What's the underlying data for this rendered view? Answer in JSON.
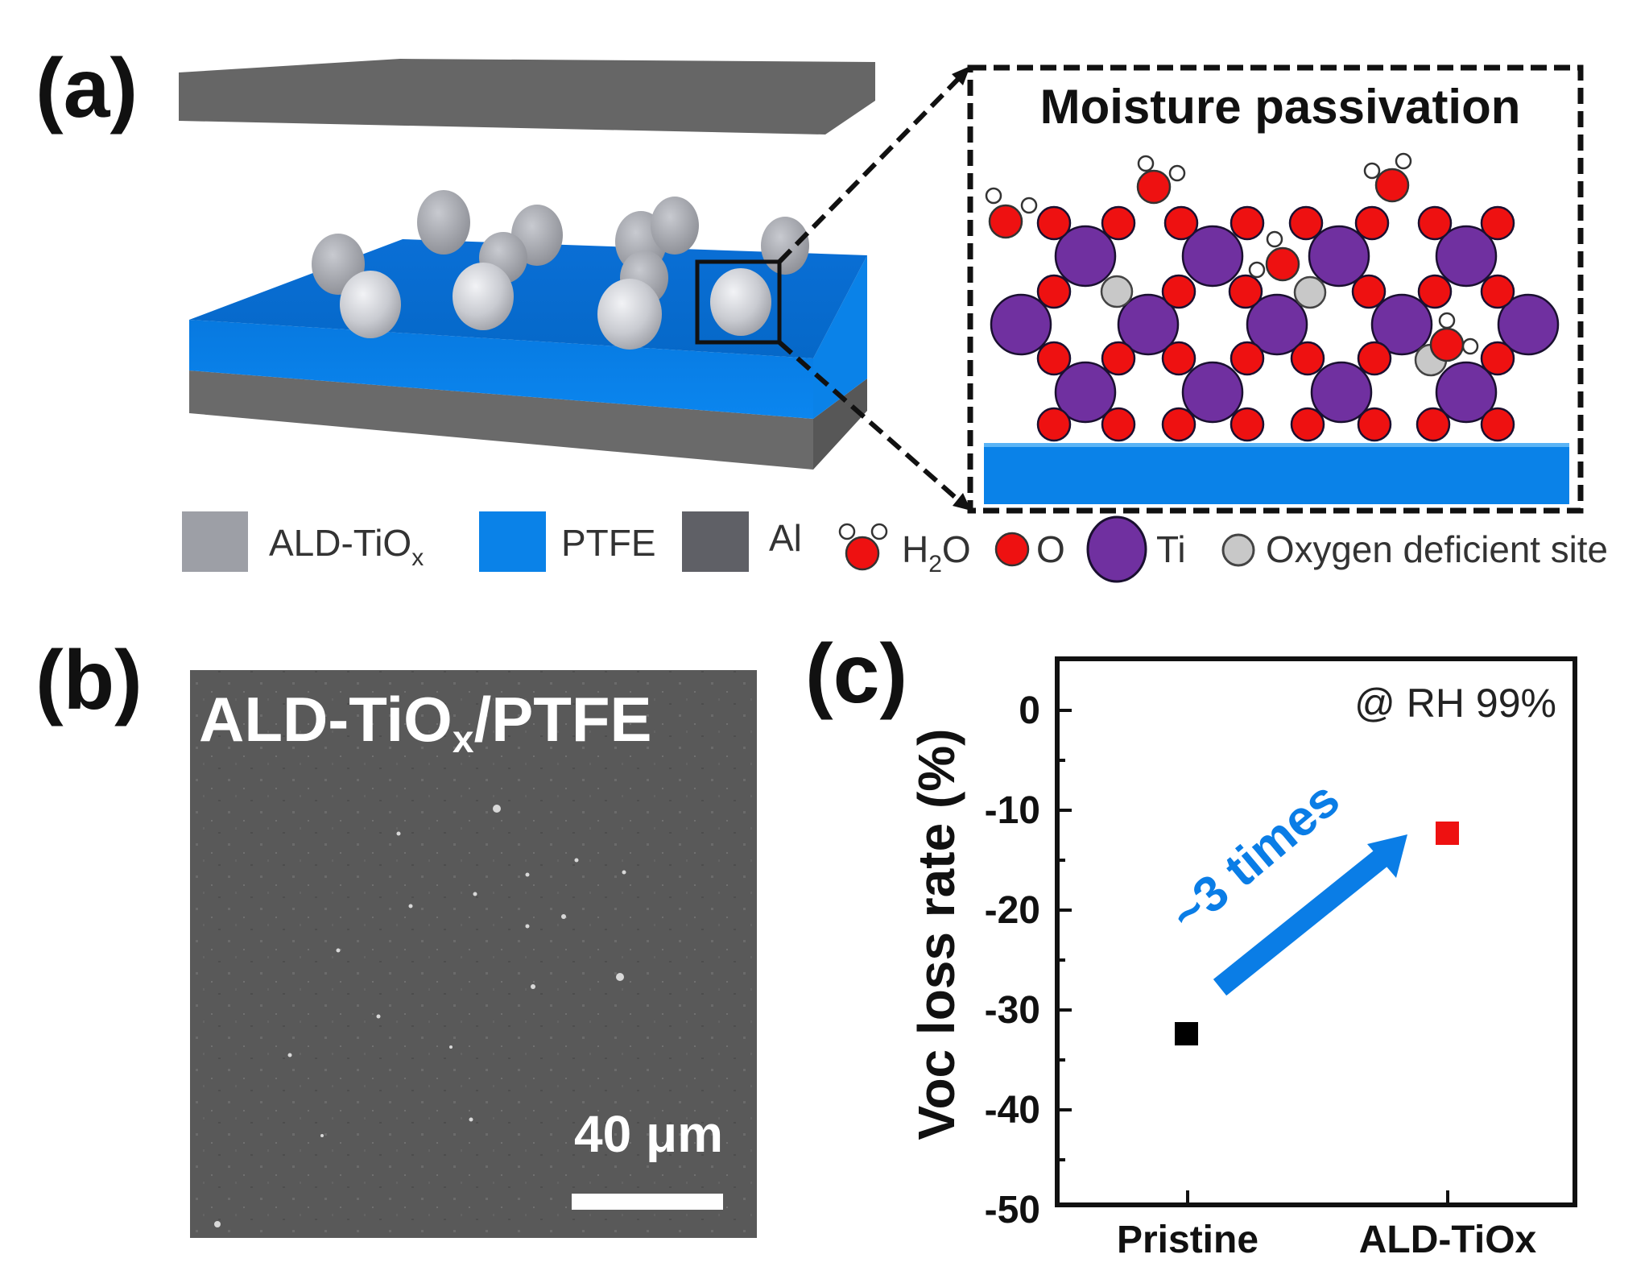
{
  "panel_a": {
    "label": "(a)",
    "inset_title": "Moisture passivation",
    "legend": [
      {
        "key": "ald",
        "label": "ALD-TiO",
        "subscript": "x",
        "color": "#9d9fa6"
      },
      {
        "key": "ptfe",
        "label": "PTFE",
        "color": "#0a82e8"
      },
      {
        "key": "al",
        "label": "Al",
        "color": "#5f6066"
      },
      {
        "key": "h2o",
        "label": "H",
        "subscript": "2",
        "suffix": "O",
        "color": "#ee1111"
      },
      {
        "key": "o",
        "label": "O",
        "color": "#ee1111"
      },
      {
        "key": "ti",
        "label": "Ti",
        "color": "#7030a0"
      },
      {
        "key": "vacancy",
        "label": "Oxygen deficient site",
        "color": "#c8c8c8"
      }
    ],
    "colors": {
      "plate": "#666666",
      "ptfe": "#0a82e8",
      "ptfe_dark": "#0568c8",
      "al": "#6a6a6a",
      "oxygen": "#ee1111",
      "titanium": "#7030a0",
      "vacancy": "#c8c8c8",
      "hydrogen": "#ffffff"
    }
  },
  "panel_b": {
    "label": "(b)",
    "image_caption": "ALD-TiO",
    "image_caption_sub": "x",
    "image_caption_suffix": "/PTFE",
    "scale_bar_label": "40 μm",
    "background": "#595959"
  },
  "panel_c": {
    "label": "(c)",
    "annotation": "@ RH 99%",
    "arrow_label": "~3 times",
    "arrow_color": "#0a7de6"
  },
  "chart_data": {
    "type": "scatter",
    "title": "",
    "xlabel": "",
    "ylabel": "Voc loss rate (%)",
    "categories": [
      "Pristine",
      "ALD-TiOx"
    ],
    "series": [
      {
        "name": "Pristine",
        "x": "Pristine",
        "value": -32.3,
        "color": "#000000",
        "marker": "square"
      },
      {
        "name": "ALD-TiOx",
        "x": "ALD-TiOx",
        "value": -12.3,
        "color": "#ee1111",
        "marker": "square"
      }
    ],
    "yticks": [
      0,
      -10,
      -20,
      -30,
      -40,
      -50
    ],
    "ylim": [
      -50,
      5
    ],
    "grid": false,
    "legend": "none",
    "annotations": [
      "@ RH 99%",
      "~3 times"
    ]
  }
}
